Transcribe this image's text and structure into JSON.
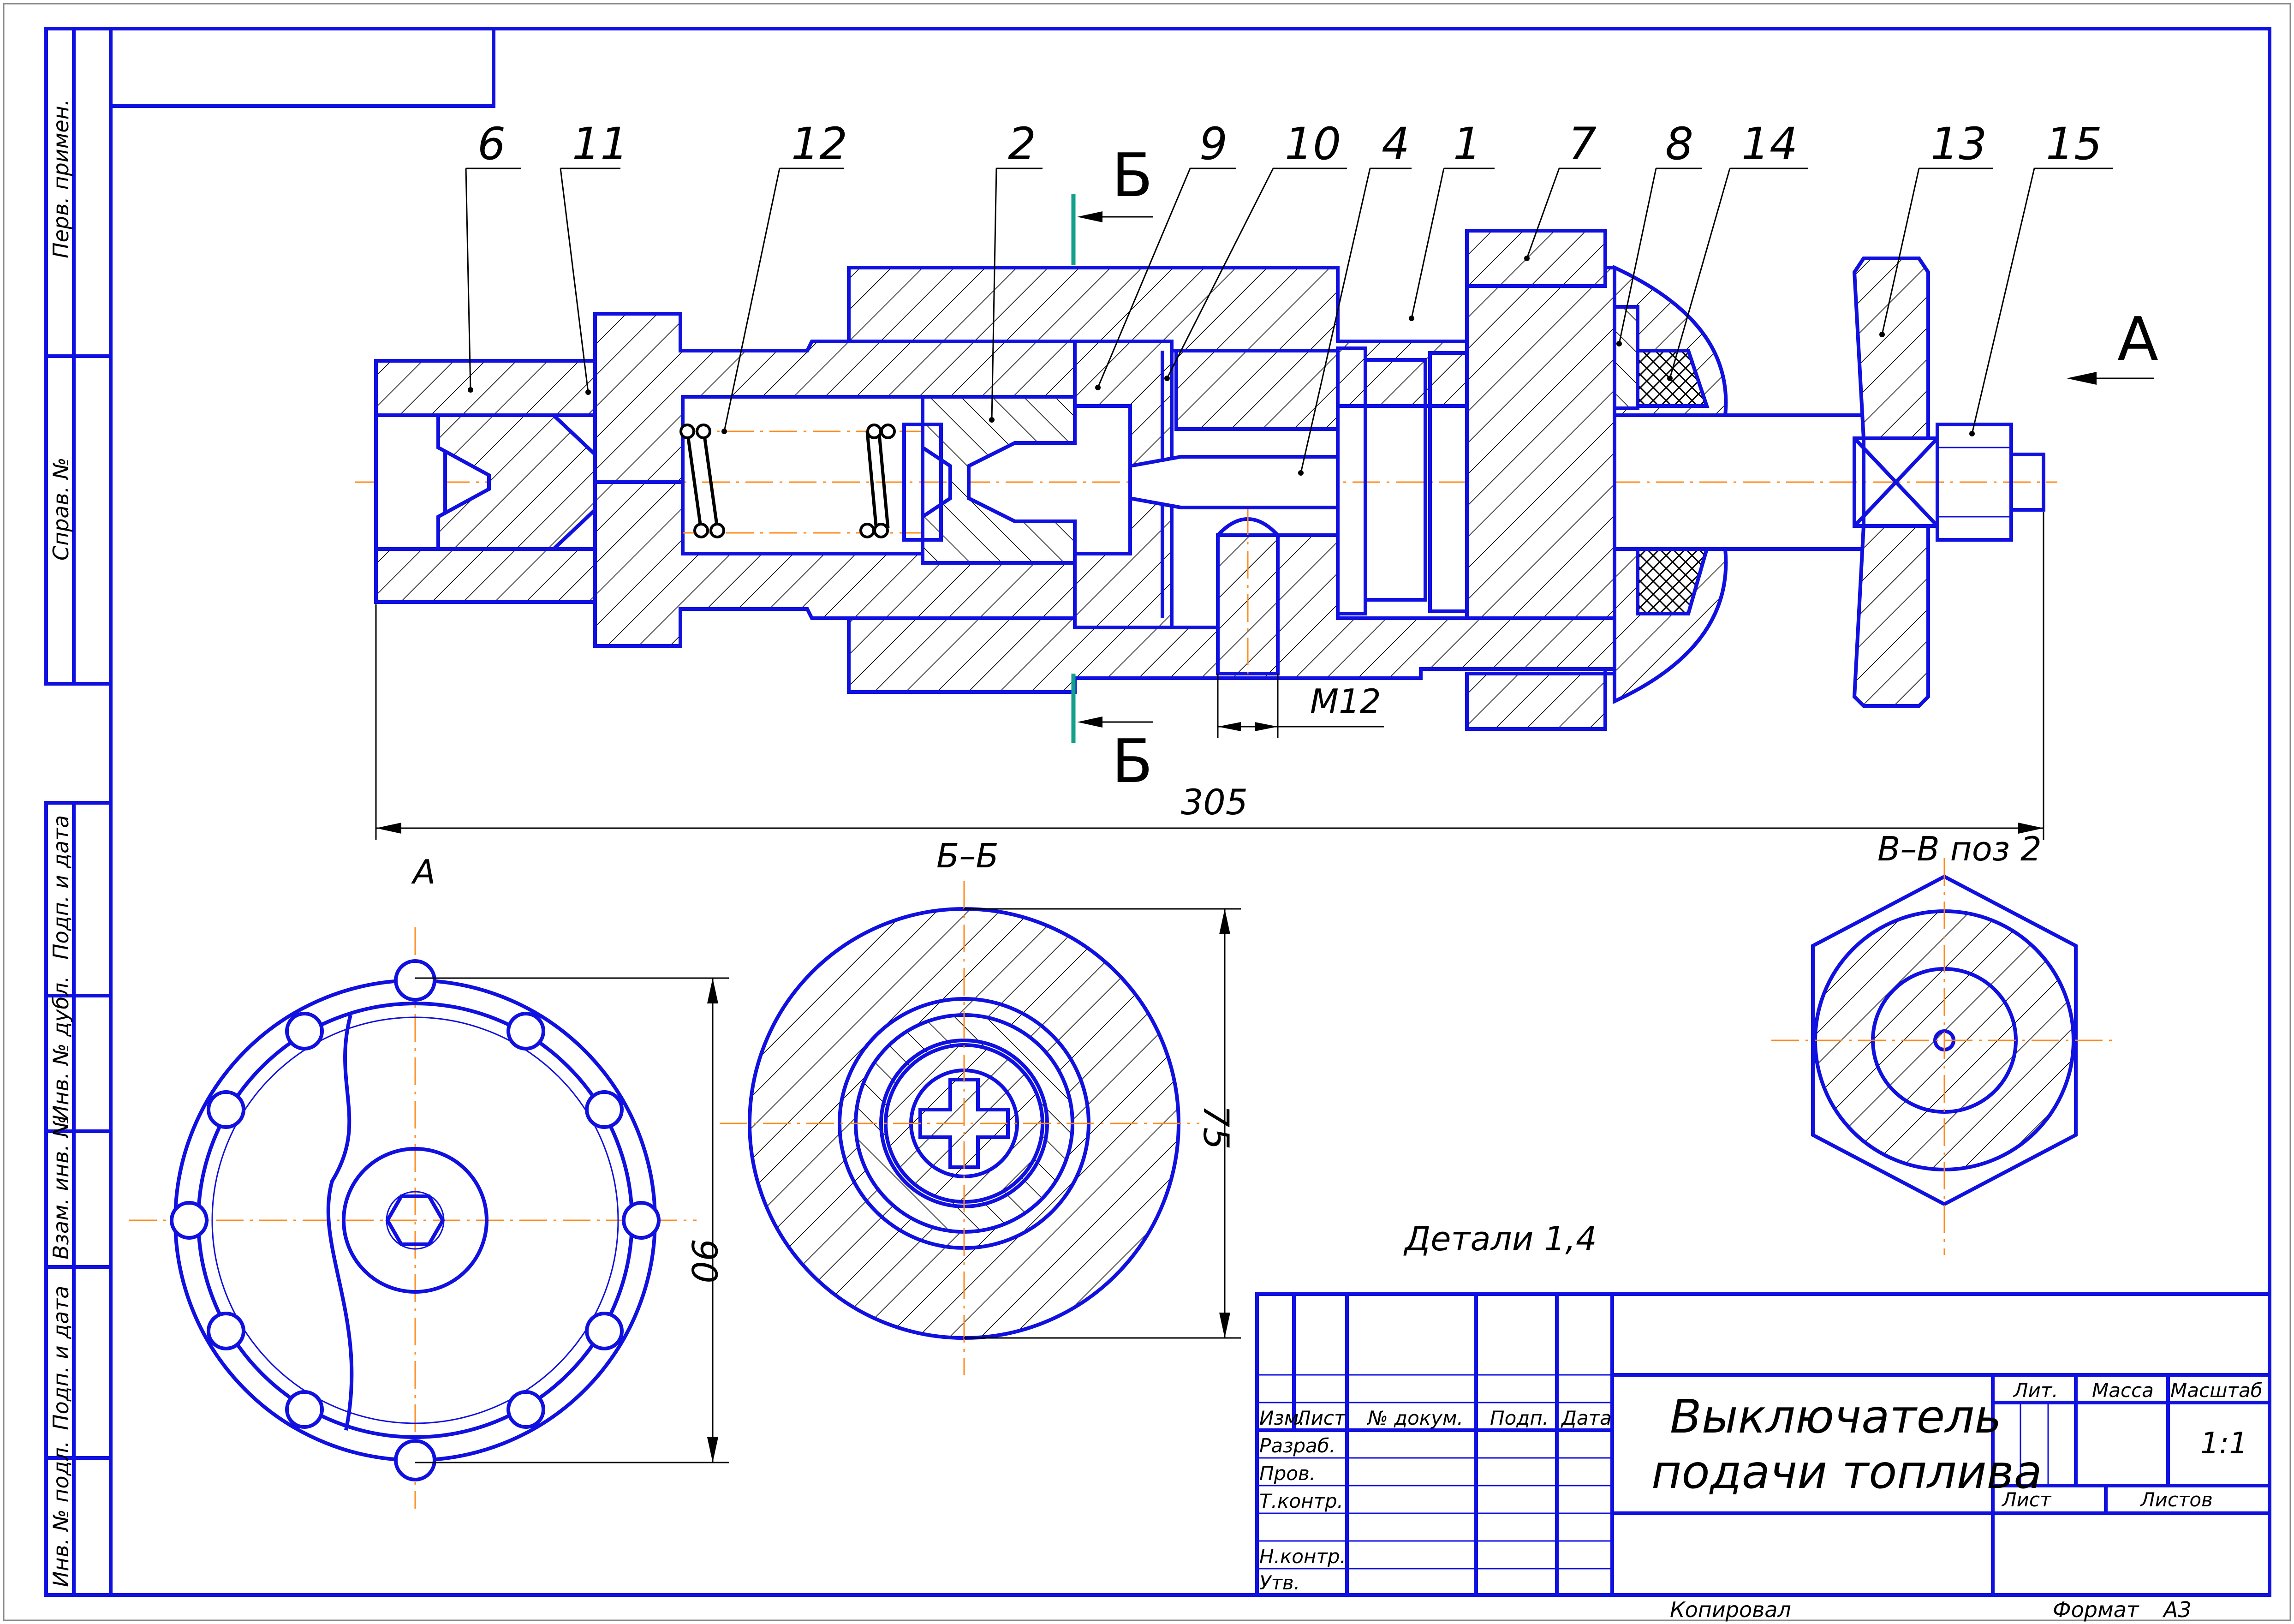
{
  "drawing": {
    "title_line1": "Выключатель",
    "title_line2": "подачи топлива",
    "scale": "1:1",
    "format_label": "Формат",
    "format_value": "A3",
    "copied_label": "Копировал",
    "parts_note": "Детали 1,4"
  },
  "part_numbers": [
    "6",
    "11",
    "12",
    "2",
    "9",
    "10",
    "4",
    "1",
    "7",
    "8",
    "14",
    "13",
    "15"
  ],
  "section_marks": {
    "b_top": "Б",
    "b_bottom": "Б",
    "a_arrow": "А"
  },
  "dimensions": {
    "overall_length": "305",
    "thread": "M12",
    "knob_diameter": "90",
    "section_diameter": "75"
  },
  "view_labels": {
    "view_a": "А",
    "section_bb": "Б–Б",
    "section_vv": "В–В поз 2"
  },
  "side_stamp": {
    "perv_primen": "Перв. примен.",
    "sprav_no": "Справ. №",
    "podp_data_1": "Подп. и дата",
    "inv_dubl": "Инв. № дубл.",
    "vzam_inv": "Взам. инв. №",
    "podp_data_2": "Подп. и дата",
    "inv_podl": "Инв. № подл."
  },
  "title_block": {
    "izm": "Изм.",
    "list": "Лист",
    "doc_no": "№ докум.",
    "podp": "Подп.",
    "data": "Дата",
    "razrab": "Разраб.",
    "prov": "Пров.",
    "t_kontr": "Т.контр.",
    "n_kontr": "Н.контр.",
    "utv": "Утв.",
    "lit": "Лит.",
    "massa": "Масса",
    "masshtab": "Масштаб",
    "list_label": "Лист",
    "listov": "Листов"
  },
  "colors": {
    "line": "#1010e0",
    "axis": "#ff8a1a",
    "section_mark": "#13a08a",
    "text": "#000000"
  }
}
